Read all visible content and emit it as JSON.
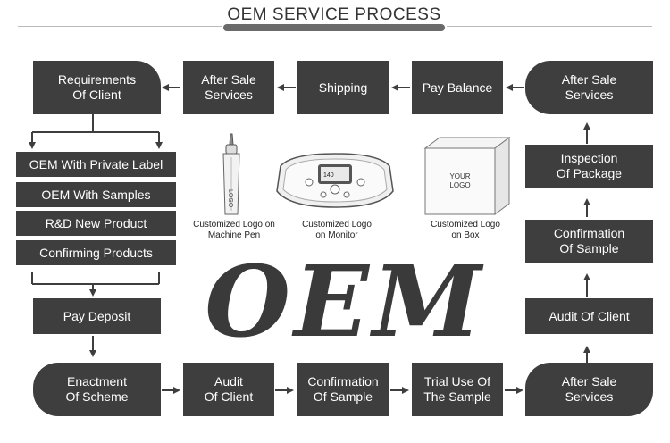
{
  "title": "OEM SERVICE PROCESS",
  "watermark": "OEM",
  "colors": {
    "box": "#3e3e3e",
    "text": "#ffffff",
    "arrow": "#3e3e3e"
  },
  "top_row": {
    "requirements": "Requirements\nOf Client",
    "after_sale_1": "After Sale\nServices",
    "shipping": "Shipping",
    "pay_balance": "Pay Balance",
    "after_sale_2": "After Sale\nServices"
  },
  "left_stack": {
    "private_label": "OEM With Private Label",
    "samples": "OEM With Samples",
    "rnd": "R&D New Product",
    "confirming": "Confirming Products",
    "pay_deposit": "Pay Deposit"
  },
  "bottom_row": {
    "enactment": "Enactment\nOf Scheme",
    "audit": "Audit\nOf Client",
    "confirmation": "Confirmation\nOf Sample",
    "trial": "Trial Use Of\nThe Sample",
    "after_sale": "After Sale\nServices"
  },
  "right_column": {
    "inspection": "Inspection\nOf Package",
    "confirmation": "Confirmation\nOf Sample",
    "audit": "Audit Of Client"
  },
  "products": {
    "pen_caption": "Customized Logo on\nMachine Pen",
    "monitor_caption": "Customized Logo\non Monitor",
    "box_caption": "Customized Logo\non Box",
    "box_logo": "YOUR\nLOGO",
    "pen_logo": "LOGO",
    "monitor_number": "140"
  }
}
